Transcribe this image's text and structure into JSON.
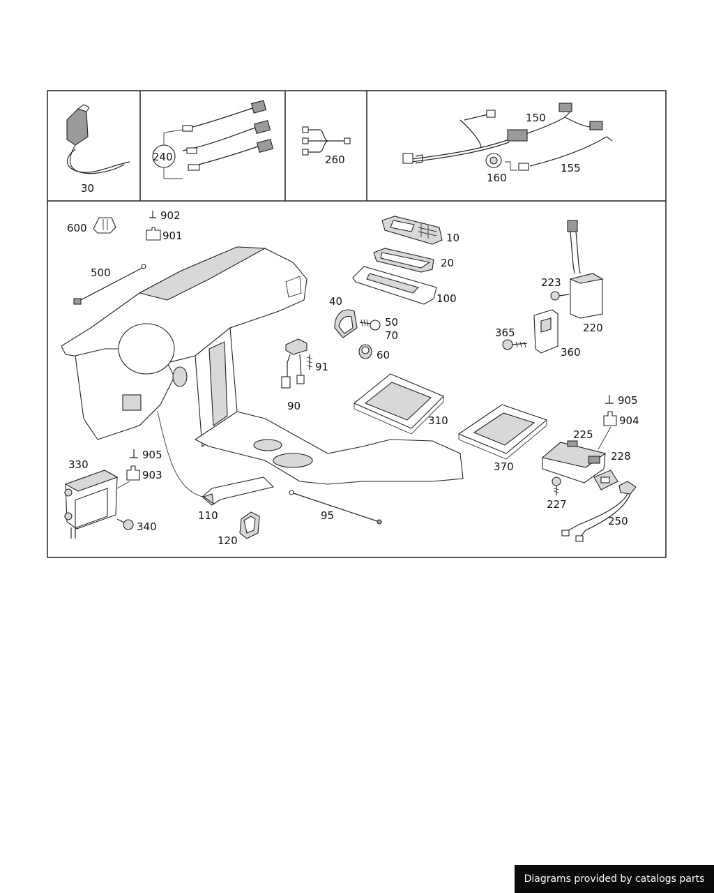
{
  "diagram": {
    "labels": {
      "p30": "30",
      "p240": "240",
      "p260": "260",
      "p150": "150",
      "p155": "155",
      "p160": "160",
      "p600": "600",
      "p902": "902",
      "p901": "901",
      "p500": "500",
      "p10": "10",
      "p20": "20",
      "p100": "100",
      "p40": "40",
      "p50": "50",
      "p70": "70",
      "p60": "60",
      "p91": "91",
      "p90": "90",
      "p310": "310",
      "p223": "223",
      "p220": "220",
      "p365": "365",
      "p360": "360",
      "p905a": "905",
      "p904": "904",
      "p225": "225",
      "p228": "228",
      "p227": "227",
      "p370": "370",
      "p250": "250",
      "p330": "330",
      "p905b": "905",
      "p903": "903",
      "p340": "340",
      "p110": "110",
      "p120": "120",
      "p95": "95"
    }
  },
  "footer": {
    "text": "Diagrams provided by catalogs parts"
  }
}
